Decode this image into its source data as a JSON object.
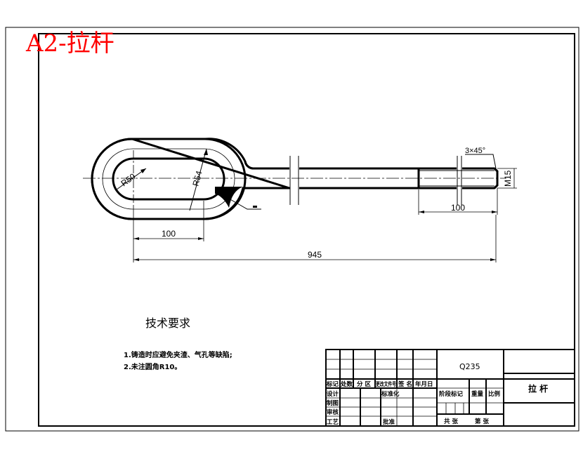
{
  "sheet_label": "A2-拉杆",
  "dimensions": {
    "chamfer": "3×45°",
    "thread": "M15",
    "thread_length": "100",
    "eye_length": "100",
    "overall_length": "945",
    "radius_inner": "R50",
    "radius_outer": "R54"
  },
  "tech_requirements": {
    "title": "技术要求",
    "items": [
      "1.铸造时应避免夹渣、气孔等缺陷;",
      "2.未注圆角R10。"
    ]
  },
  "title_block": {
    "material": "Q235",
    "part_name": "拉 杆",
    "header_cells": [
      "标记",
      "处数",
      "分 区",
      "更改文件号",
      "签 名",
      "年月日"
    ],
    "row_labels": [
      "设计",
      "制图",
      "审核",
      "工艺"
    ],
    "standardization": "标准化",
    "approval": "批准",
    "stage_mark": "阶段标记",
    "weight": "重量",
    "scale": "比例",
    "total_sheets": "共 张",
    "sheet_no": "第 张"
  }
}
